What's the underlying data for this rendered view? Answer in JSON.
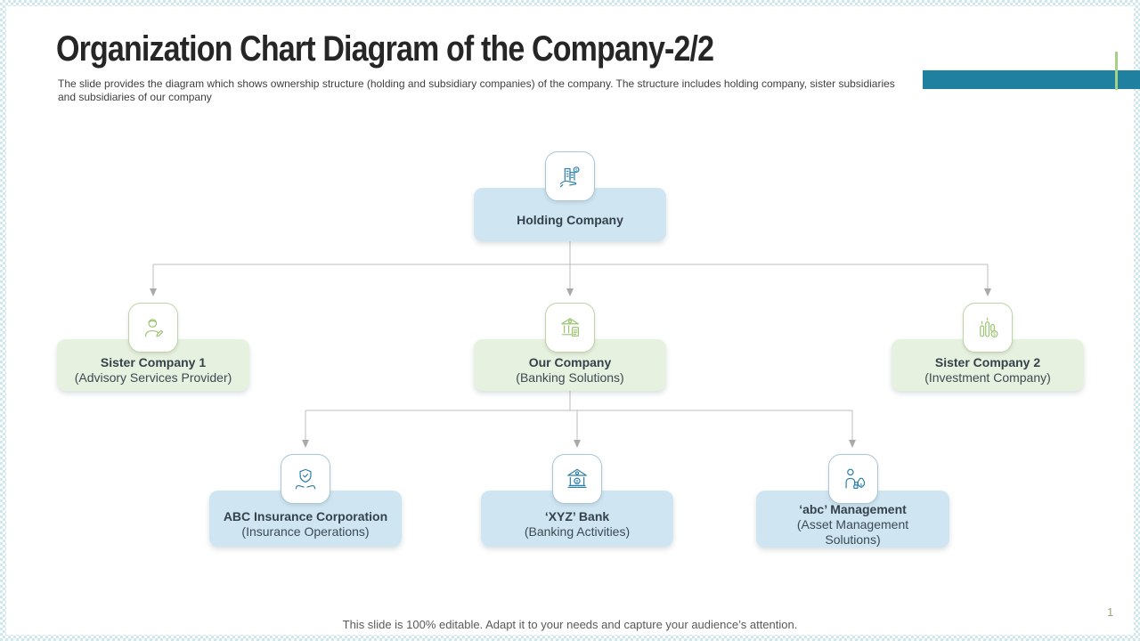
{
  "slide": {
    "title": "Organization Chart Diagram of the Company-2/2",
    "subtitle": "The slide provides the diagram which shows ownership structure (holding and subsidiary companies) of the company. The structure includes holding company, sister subsidiaries and subsidiaries of our company",
    "footer": "This slide is 100% editable. Adapt it to your needs and capture your audience’s attention.",
    "page_number": "1"
  },
  "colors": {
    "accent_teal": "#20809f",
    "accent_green": "#a6d285",
    "box_blue": "#cfe6f2",
    "box_green": "#e7f1df",
    "icon_stroke_blue": "#2e7fa8",
    "icon_stroke_green": "#9cc472",
    "connector_gray": "#bcbcbc"
  },
  "chart": {
    "root": {
      "name": "Holding Company",
      "icon": "hand-holding-buildings-icon"
    },
    "level2": [
      {
        "name": "Sister Company 1",
        "subtitle": "(Advisory Services Provider)",
        "icon": "advisor-person-icon"
      },
      {
        "name": "Our Company",
        "subtitle": "(Banking Solutions)",
        "icon": "bank-building-document-icon"
      },
      {
        "name": "Sister Company 2",
        "subtitle": "(Investment Company)",
        "icon": "investment-growth-bars-icon"
      }
    ],
    "level3": [
      {
        "name": "ABC Insurance Corporation",
        "subtitle": "(Insurance Operations)",
        "icon": "shield-check-hands-icon"
      },
      {
        "name": "‘XYZ’ Bank",
        "subtitle": "(Banking Activities)",
        "icon": "bank-dollar-icon"
      },
      {
        "name": "‘abc’ Management",
        "subtitle": "(Asset Management Solutions)",
        "icon": "asset-manager-money-bag-icon"
      }
    ]
  }
}
